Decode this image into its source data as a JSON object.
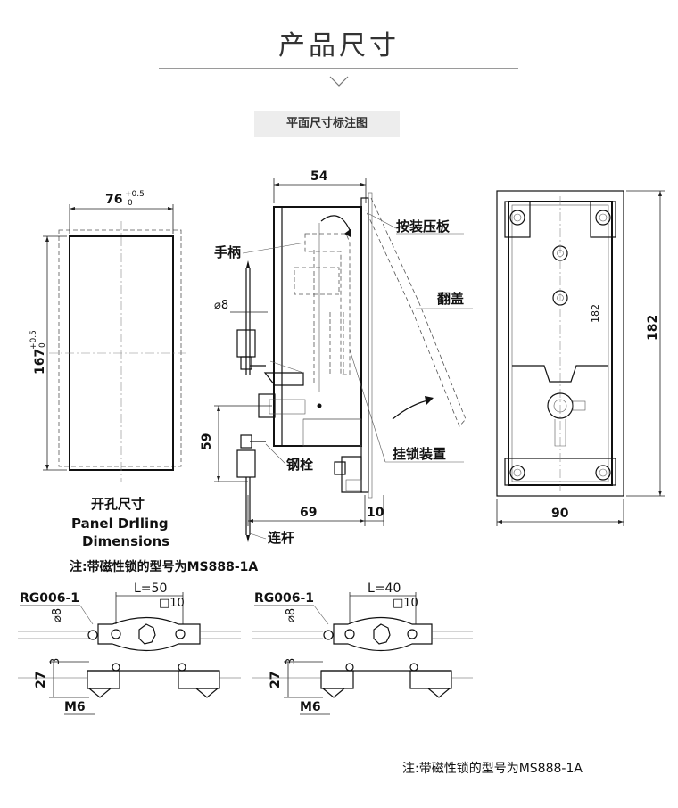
{
  "header": {
    "title": "产品尺寸",
    "subtitle": "平面尺寸标注图"
  },
  "cutout": {
    "width_label": "76",
    "width_tol_upper": "+0.5",
    "width_tol_lower": "0",
    "height_label": "167",
    "height_tol_upper": "+0.5",
    "height_tol_lower": "0",
    "caption_cn": "开孔尺寸",
    "caption_en_1": "Panel Drlling",
    "caption_en_2": "Dimensions",
    "note": "注:带磁性锁的型号为MS888-1A"
  },
  "side_view": {
    "depth_label": "54",
    "handle_label": "手柄",
    "press_plate_label": "按装压板",
    "flap_label": "翻盖",
    "padlock_label": "挂锁装置",
    "bolt_label": "钢栓",
    "rod_label": "连杆",
    "diameter_label": "⌀8",
    "height_59": "59",
    "offset_69": "69",
    "offset_10": "10"
  },
  "front_view": {
    "width_label": "90",
    "height_label": "182",
    "inner_label": "182"
  },
  "guides": [
    {
      "model": "RG006-1",
      "length": "L=50",
      "square": "□10",
      "dia": "⌀8",
      "gap": "3",
      "height": "27",
      "thread": "M6"
    },
    {
      "model": "RG006-1",
      "length": "L=40",
      "square": "□10",
      "dia": "⌀8",
      "gap": "3",
      "height": "27",
      "thread": "M6"
    }
  ],
  "footnote": "注:带磁性锁的型号为MS888-1A"
}
